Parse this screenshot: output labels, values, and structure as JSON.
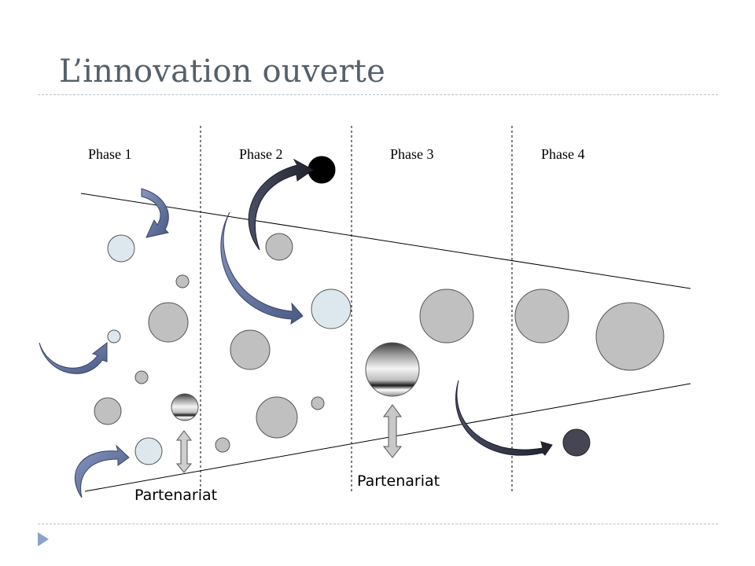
{
  "slide": {
    "title": "L’innovation ouverte"
  },
  "diagram": {
    "phases": [
      "Phase 1",
      "Phase 2",
      "Phase 3",
      "Phase 4"
    ],
    "partnership_label": "Partenariat",
    "colors": {
      "title": "#55606b",
      "idea_grey": "#c0c0c0",
      "idea_light": "#dde8ee",
      "idea_dark": "#454554",
      "idea_black": "#000000",
      "arrow_blue": "#5b6c96",
      "arrow_dark": "#2b2d3a",
      "nav_arrow": "#8aa3c8"
    }
  }
}
